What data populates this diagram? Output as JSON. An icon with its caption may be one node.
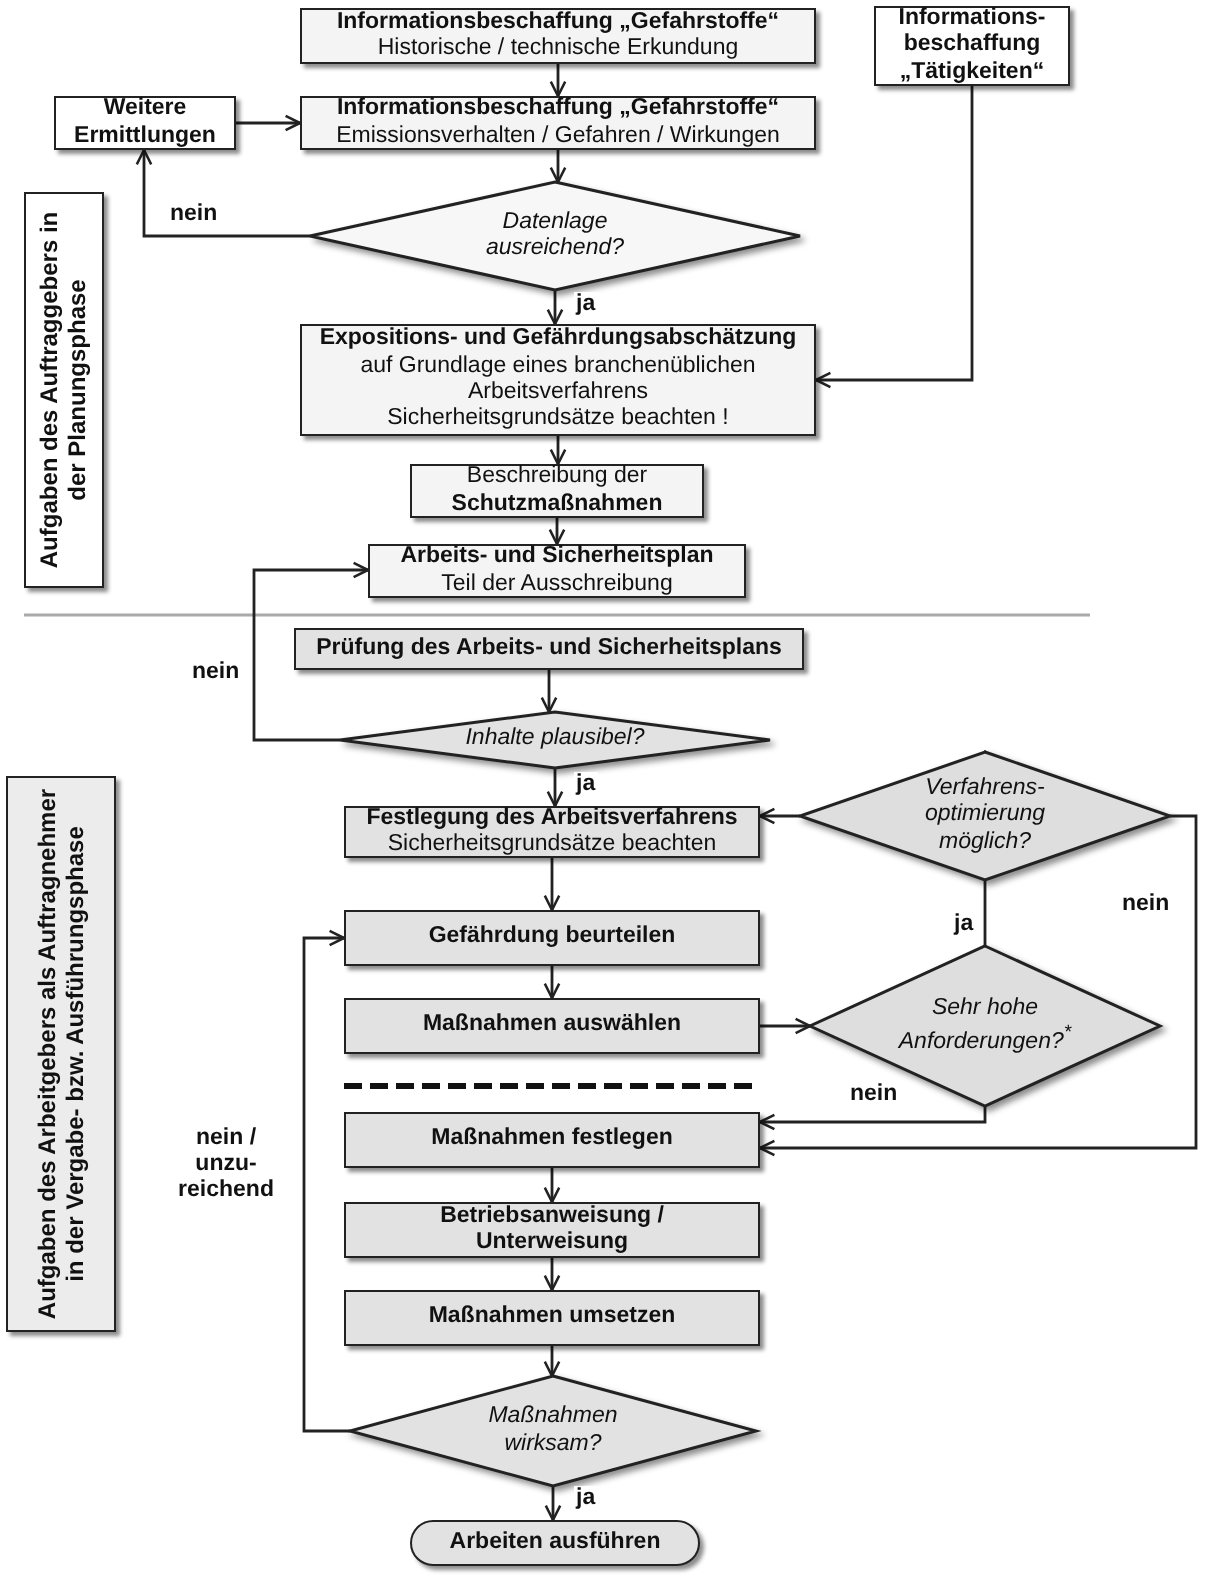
{
  "diagram": {
    "nodes": [
      {
        "text": [
          "Informationsbeschaffung „Gefahrstoffe“",
          "Historische / technische Erkundung"
        ]
      },
      {
        "text": [
          "Informations-beschaffung „Tätigkeiten“"
        ]
      },
      {
        "text": [
          "Weitere Ermittlungen"
        ]
      },
      {
        "text": [
          "Informationsbeschaffung „Gefahrstoffe“",
          "Emissionsverhalten / Gefahren / Wirkungen"
        ]
      },
      {
        "text": [
          "Datenlage ausreichend?"
        ]
      },
      {
        "text": [
          "Expositions- und Gefährdungsabschätzung",
          "auf Grundlage eines branchenüblichen Arbeitsverfahrens",
          "Sicherheitsgrundsätze beachten !"
        ]
      },
      {
        "text": [
          "Beschreibung der",
          "Schutzmaßnahmen"
        ]
      },
      {
        "text": [
          "Arbeits- und Sicherheitsplan",
          "Teil der Ausschreibung"
        ]
      },
      {
        "text": [
          "Aufgaben des Auftraggebers in der Planungsphase"
        ]
      },
      {
        "text": [
          "Prüfung des Arbeits- und Sicherheitsplans"
        ]
      },
      {
        "text": [
          "Inhalte plausibel?"
        ]
      },
      {
        "text": [
          "Festlegung des Arbeitsverfahrens",
          "Sicherheitsgrundsätze beachten"
        ]
      },
      {
        "text": [
          "Verfahrens-optimierung möglich?"
        ]
      },
      {
        "text": [
          "Gefährdung beurteilen"
        ]
      },
      {
        "text": [
          "Maßnahmen auswählen"
        ]
      },
      {
        "text": [
          "Sehr hohe Anforderungen?$^{*}$"
        ]
      },
      {
        "text": [
          "Maßnahmen festlegen"
        ]
      },
      {
        "text": [
          "Betriebsanweisung / Unterweisung"
        ]
      },
      {
        "text": [
          "Maßnahmen umsetzen"
        ]
      },
      {
        "text": [
          "Maßnahmen wirksam?"
        ]
      },
      {
        "text": [
          "Arbeiten ausführen"
        ]
      },
      {
        "text": [
          "Aufgaben des Arbeitgebers als Auftragnehmer in der Vergabe- bzw. Ausführungsphase"
        ]
      }
    ],
    "edges": [
      {
        "from": 0,
        "to": 3,
        "arrow": "to"
      },
      {
        "from": 2,
        "to": 3,
        "arrow": "to"
      },
      {
        "from": 3,
        "to": 4,
        "arrow": "to"
      },
      {
        "from": 4,
        "to": 2,
        "arrow": "to",
        "label": "nein"
      },
      {
        "from": 4,
        "to": 5,
        "arrow": "to",
        "label": "ja"
      },
      {
        "from": 1,
        "to": 5,
        "arrow": "to"
      },
      {
        "from": 5,
        "to": 6,
        "arrow": "to"
      },
      {
        "from": 6,
        "to": 7,
        "arrow": "to"
      },
      {
        "from": 10,
        "to": 7,
        "arrow": "to",
        "label": "nein"
      },
      {
        "from": 9,
        "to": 10,
        "arrow": "to"
      },
      {
        "from": 10,
        "to": 11,
        "arrow": "to",
        "label": "ja"
      },
      {
        "from": 11,
        "to": 13,
        "arrow": "to"
      },
      {
        "from": 13,
        "to": 14,
        "arrow": "to"
      },
      {
        "from": 14,
        "to": 15,
        "arrow": "to"
      },
      {
        "from": 15,
        "to": 12,
        "arrow": "to",
        "label": "ja"
      },
      {
        "from": 12,
        "to": 11,
        "arrow": "to"
      },
      {
        "from": 15,
        "to": 16,
        "arrow": "to",
        "label": "nein"
      },
      {
        "from": 12,
        "to": 16,
        "arrow": "to",
        "label": "nein"
      },
      {
        "from": 16,
        "to": 17,
        "arrow": "to"
      },
      {
        "from": 17,
        "to": 18,
        "arrow": "to"
      },
      {
        "from": 18,
        "to": 19,
        "arrow": "to"
      },
      {
        "from": 19,
        "to": 13,
        "arrow": "to",
        "label": "nein / unzu-reichend"
      },
      {
        "from": 19,
        "to": 20,
        "arrow": "to",
        "label": "ja"
      }
    ]
  }
}
